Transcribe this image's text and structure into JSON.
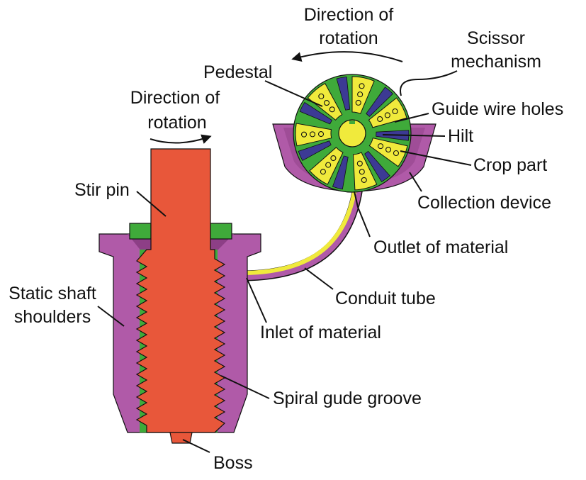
{
  "colors": {
    "pin": "#e8573a",
    "shoulder": "#b05aa8",
    "shoulder_dark": "#8d3f86",
    "green": "#3faa3a",
    "yellow": "#f0ea3c",
    "blue": "#3c3a94",
    "bg": "#ffffff"
  },
  "labels": {
    "rotation_left_l1": "Direction of",
    "rotation_left_l2": "rotation",
    "rotation_top_l1": "Direction of",
    "rotation_top_l2": "rotation",
    "scissor_l1": "Scissor",
    "scissor_l2": "mechanism",
    "pedestal": "Pedestal",
    "guide_wire_holes": "Guide wire holes",
    "hilt": "Hilt",
    "crop_part": "Crop part",
    "collection_device": "Collection device",
    "stir_pin": "Stir pin",
    "outlet_of_material": "Outlet of material",
    "static_shaft_l1": "Static shaft",
    "static_shaft_l2": "shoulders",
    "conduit_tube": "Conduit tube",
    "inlet_of_material": "Inlet of material",
    "spiral_groove": "Spiral gude groove",
    "boss": "Boss"
  }
}
